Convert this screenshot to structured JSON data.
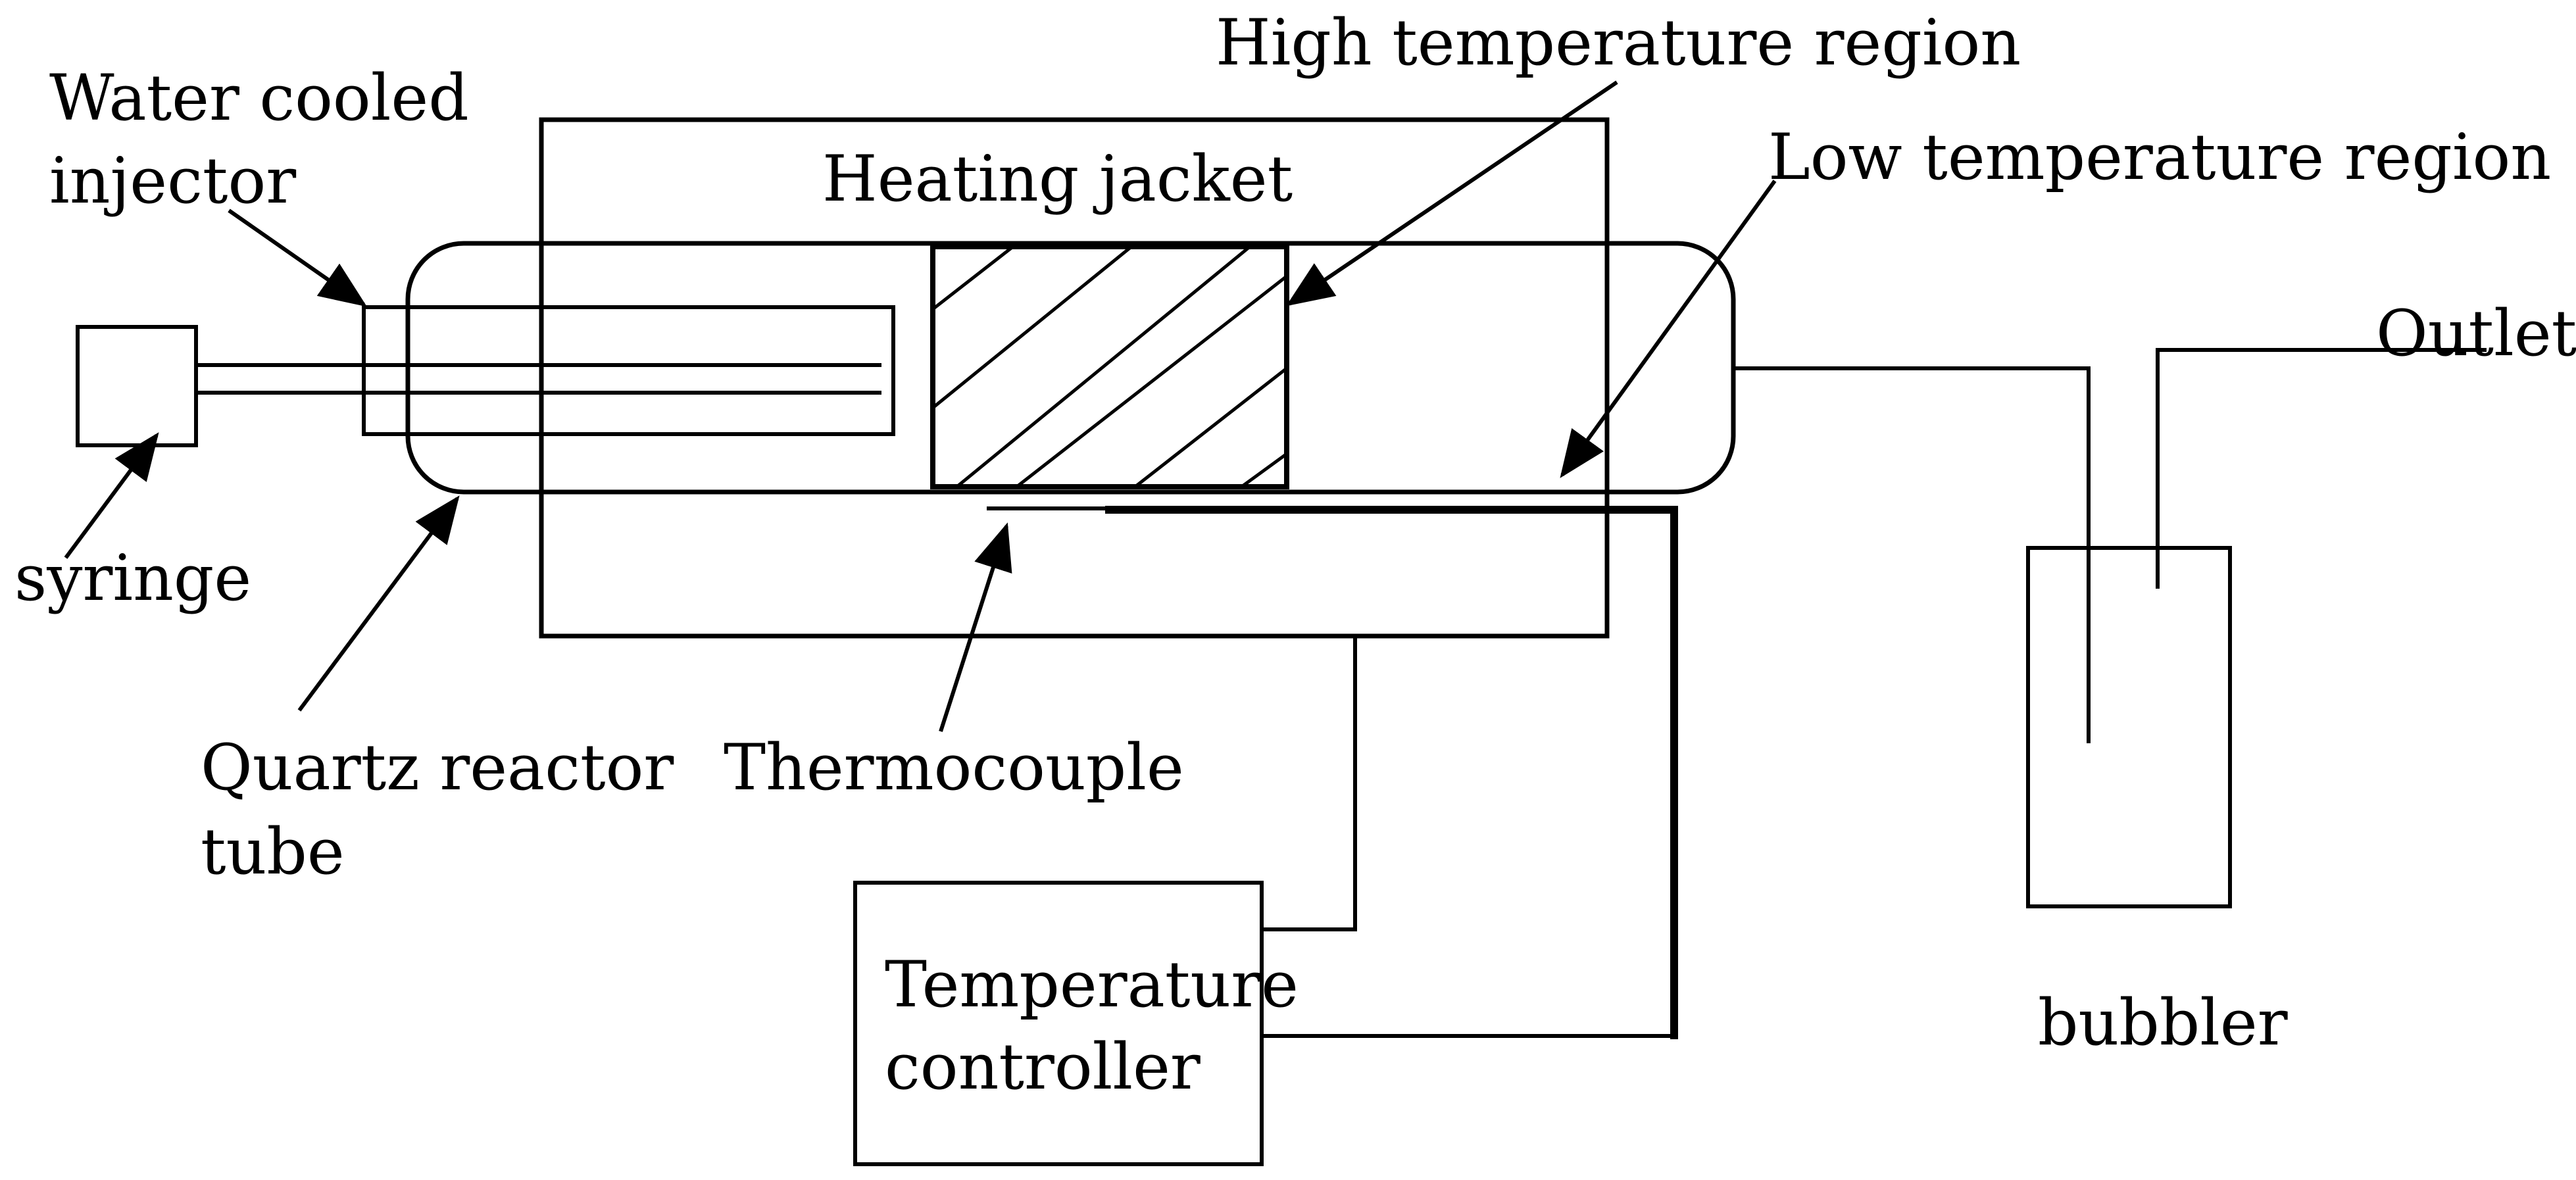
{
  "labels": {
    "water_cooled_injector_line1": "Water cooled",
    "water_cooled_injector_line2": "injector",
    "heating_jacket": "Heating jacket",
    "high_temperature_region": "High temperature region",
    "low_temperature_region": "Low  temperature region",
    "outlet": "Outlet",
    "syringe": "syringe",
    "quartz_reactor_tube_line1": "Quartz reactor",
    "quartz_reactor_tube_line2": "tube",
    "thermocouple": "Thermocouple",
    "temperature_controller_line1": "Temperature",
    "temperature_controller_line2": "controller",
    "bubbler": "bubbler"
  },
  "colors": {
    "stroke": "#000000",
    "background": "#ffffff"
  }
}
